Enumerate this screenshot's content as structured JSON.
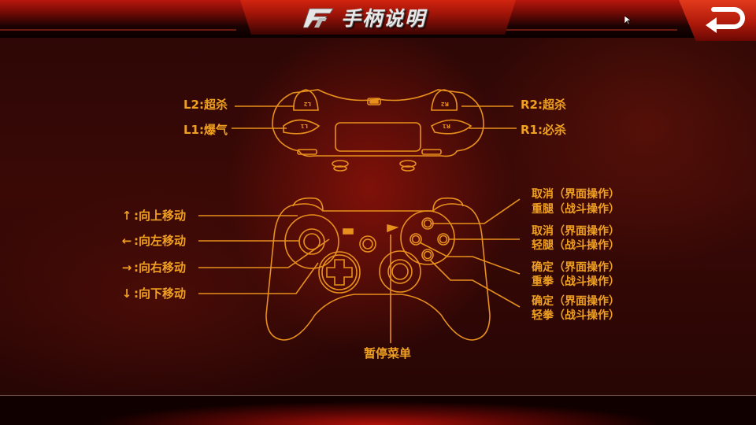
{
  "header": {
    "title": "手柄说明",
    "logo_icon": "game-logo-icon",
    "back_icon": "return-arrow-icon"
  },
  "colors": {
    "accent": "#f0a020",
    "header_red": "#b8160c",
    "background": "#2a0705"
  },
  "shoulder_buttons": {
    "L2": "L2:超杀",
    "L1": "L1:爆气",
    "R2": "R2:超杀",
    "R1": "R1:必杀",
    "L2_badge": "L2",
    "L1_badge": "L1",
    "R2_badge": "R2",
    "R1_badge": "R1"
  },
  "dpad": {
    "up": {
      "arrow": "↑",
      "label": ":向上移动"
    },
    "left": {
      "arrow": "←",
      "label": ":向左移动"
    },
    "right": {
      "arrow": "→",
      "label": ":向右移动"
    },
    "down": {
      "arrow": "↓",
      "label": ":向下移动"
    }
  },
  "face_buttons": [
    {
      "line1": "取消（界面操作）",
      "line2": "重腿（战斗操作）"
    },
    {
      "line1": "取消（界面操作）",
      "line2": "轻腿（战斗操作）"
    },
    {
      "line1": "确定（界面操作）",
      "line2": "重拳（战斗操作）"
    },
    {
      "line1": "确定（界面操作）",
      "line2": "轻拳（战斗操作）"
    }
  ],
  "center": {
    "pause_label": "暂停菜单"
  }
}
